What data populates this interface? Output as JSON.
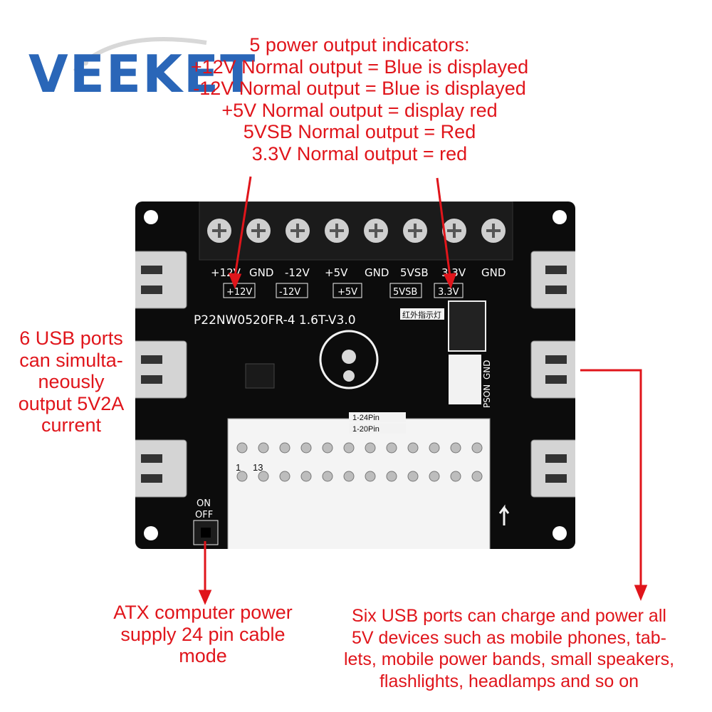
{
  "logo": {
    "text": "VEEKET"
  },
  "annotations": {
    "top": [
      "5 power output indicators:",
      "+12V Normal output = Blue is displayed",
      "-12V Normal output = Blue is displayed",
      "+5V Normal output = display red",
      "5VSB Normal output = Red",
      "3.3V Normal output = red"
    ],
    "left": [
      "6 USB ports",
      "can simulta-",
      "neously",
      "output 5V2A",
      "current"
    ],
    "bottom_left": [
      "ATX computer power",
      "supply 24 pin cable",
      "mode"
    ],
    "bottom_right": [
      "Six USB ports can charge and power all",
      "5V devices such as mobile phones, tab-",
      "lets, mobile power bands, small speakers,",
      "flashlights, headlamps and so on"
    ]
  },
  "board": {
    "model": "P22NW0520FR-4  1.6T-V3.0",
    "terminal_labels": [
      "+12V",
      "GND",
      "-12V",
      "+5V",
      "GND",
      "5VSB",
      "3.3V",
      "GND"
    ],
    "led_labels": [
      "+12V",
      "-12V",
      "+5V",
      "5VSB",
      "3.3V"
    ],
    "ir_label": "红外指示灯",
    "pin24_label": "1-24Pin",
    "pin20_label": "1-20Pin",
    "switch_on": "ON",
    "switch_off": "OFF",
    "pson_label": "PSON",
    "gnd_side_label": "GND",
    "pin1_label": "1",
    "pin13_label": "13"
  },
  "colors": {
    "arrow": "#e0151b",
    "board": "#0c0c0c",
    "silk": "#f2f2f2",
    "logo": "#2a66b8"
  }
}
